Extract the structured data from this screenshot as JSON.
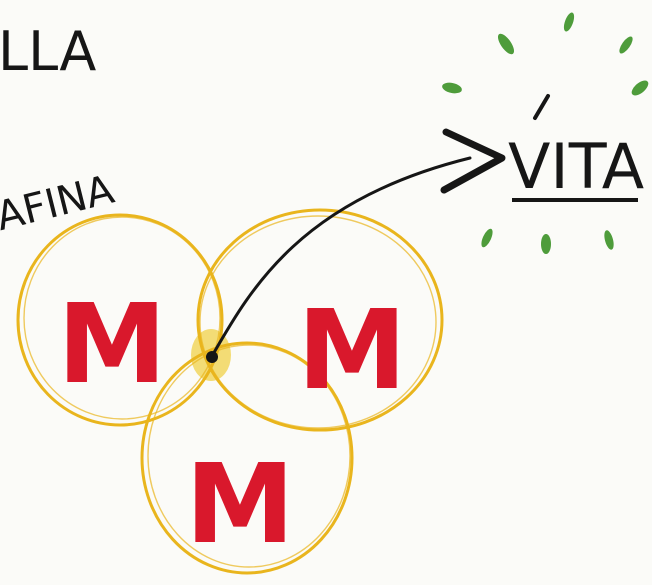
{
  "texts": {
    "top_left": "LLA",
    "mid_left": "AFINA",
    "target": "VITA"
  },
  "circles": [
    {
      "id": "left",
      "letter": "M"
    },
    {
      "id": "right",
      "letter": "M"
    },
    {
      "id": "bottom",
      "letter": "M"
    }
  ],
  "colors": {
    "background": "#fbfbf8",
    "ink": "#161616",
    "circle_stroke": "#e9b51d",
    "letter": "#d9182c",
    "intersection_fill": "#f0d24a",
    "sparks": "#4e9c3b"
  },
  "icons": {
    "arrow": "curved-arrow-icon",
    "sparks": "spark-icon"
  }
}
